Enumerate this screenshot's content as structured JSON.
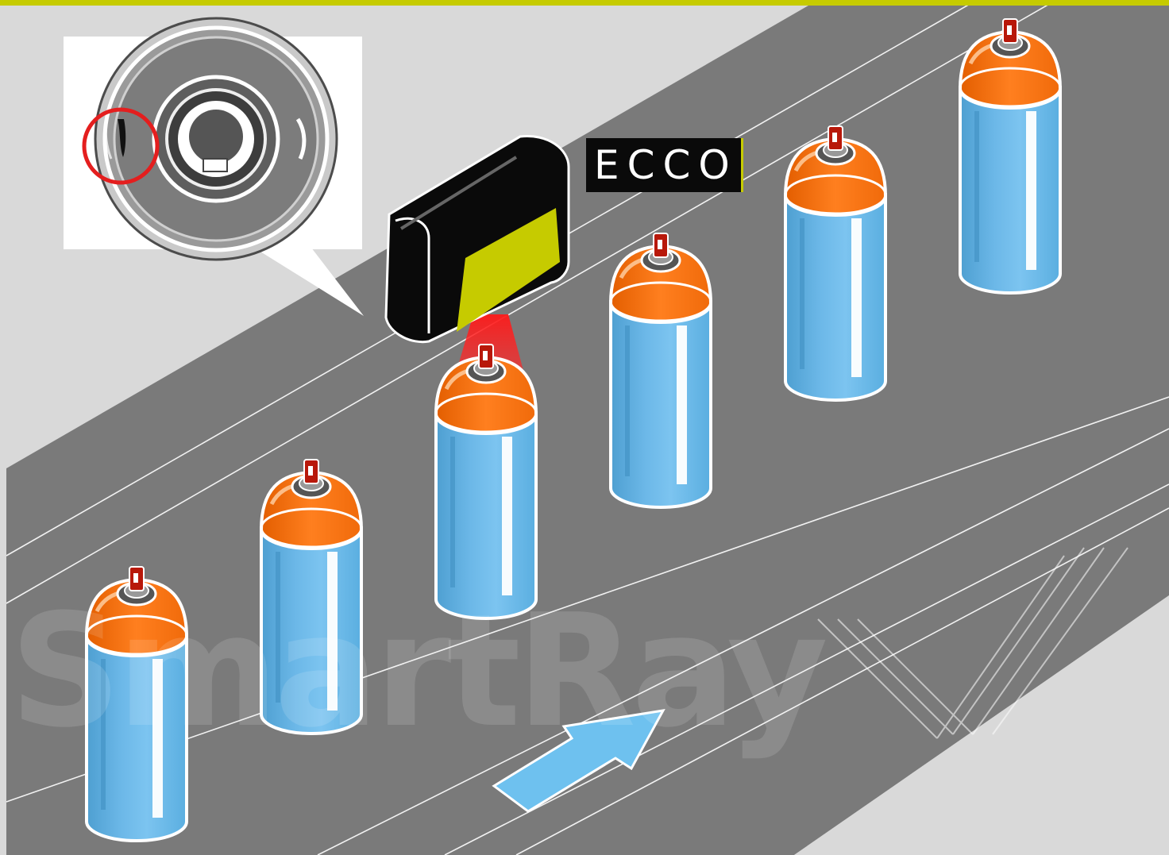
{
  "scene": {
    "brand_label": "ECCO",
    "watermark_text": "SmartRay",
    "colors": {
      "accent_bar": "#c6cb00",
      "belt": "#7a7a7a",
      "background": "#d9d9d9",
      "can_body": "#6cb8e8",
      "can_cap": "#ff7a1a",
      "laser": "#ff2020",
      "defect_marker": "#e41e1e",
      "direction_arrow": "#6ec1ef"
    },
    "icons": {
      "sensor": "laser-sensor-icon",
      "arrow": "direction-arrow-icon",
      "defect": "defect-circle-icon",
      "logo": "smartray-logo-icon"
    },
    "can_count": 6
  }
}
